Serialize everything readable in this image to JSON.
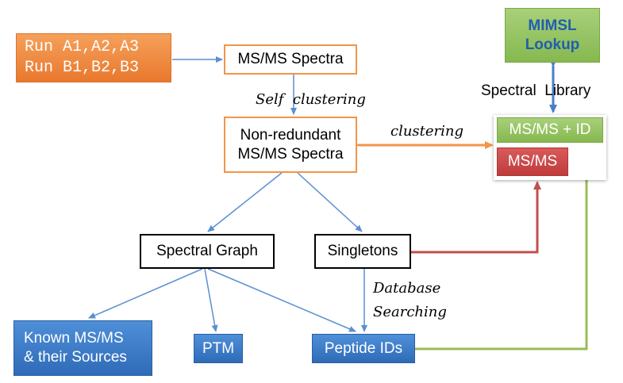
{
  "runs": {
    "line1": "Run A1,A2,A3",
    "line2": "Run B1,B2,B3"
  },
  "msms_spectra": "MS/MS Spectra",
  "self_clustering": {
    "word1": "Self",
    "word2": "clustering"
  },
  "nonredundant": {
    "line1": "Non-redundant",
    "line2": "MS/MS Spectra"
  },
  "clustering": "clustering",
  "mimsl": {
    "line1": "MIMSL",
    "line2": "Lookup"
  },
  "spectral_library": {
    "word1": "Spectral",
    "word2": "Library"
  },
  "library": {
    "msms_id": "MS/MS + ID",
    "msms": "MS/MS"
  },
  "spectral_graph": "Spectral Graph",
  "singletons": "Singletons",
  "database_searching": {
    "line1": "Database",
    "line2": "Searching"
  },
  "known_msms": {
    "line1": "Known MS/MS",
    "line2": "& their Sources"
  },
  "ptm": "PTM",
  "peptide_ids": "Peptide IDs",
  "colors": {
    "orange": "#f0954a",
    "blue_arrow": "#5b8fd0",
    "red_arrow": "#c0504d",
    "green_arrow": "#9bbb59",
    "blue_box": "#3a78c3",
    "green_box": "#8fbf5b",
    "red_box": "#c94848",
    "mimsl_text": "#1f5fae"
  }
}
